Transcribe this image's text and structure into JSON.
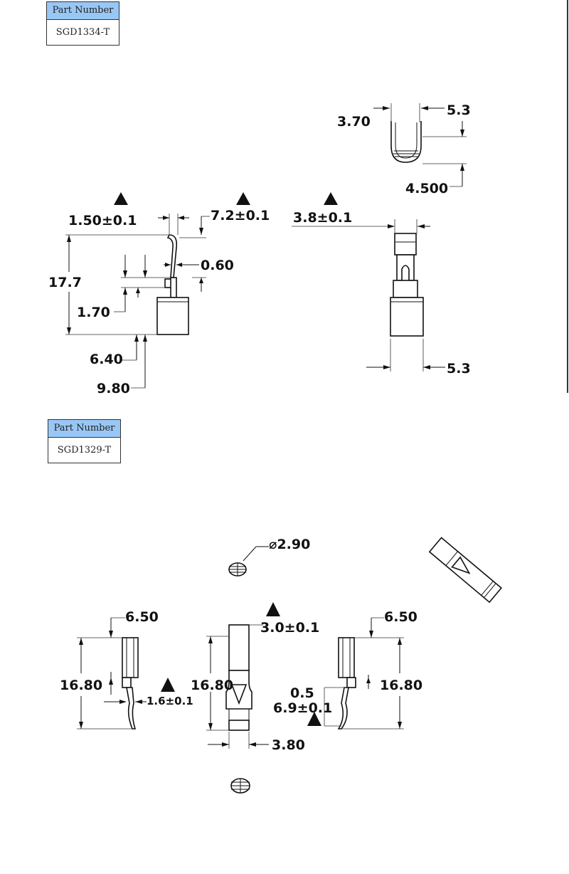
{
  "drawing_1": {
    "header_label": "Part Number",
    "part_number": "SGD1334-T",
    "dims": {
      "w_370": "3.70",
      "w_53_top": "5.3",
      "h_4500": "4.500",
      "lead_150": "1.50±0.1",
      "bend_72": "7.2±0.1",
      "width_38": "3.8±0.1",
      "thick_060": "0.60",
      "len_177": "17.7",
      "h_170": "1.70",
      "h_640": "6.40",
      "h_980": "9.80",
      "w_53_bottom": "5.3"
    }
  },
  "drawing_2": {
    "header_label": "Part Number",
    "part_number": "SGD1329-T",
    "dims": {
      "dia_290": "⌀2.90",
      "left_650": "6.50",
      "left_1680": "16.80",
      "left_16": "1.6±0.1",
      "center_30": "3.0±0.1",
      "center_1680": "16.80",
      "center_380": "3.80",
      "right_650": "6.50",
      "right_05": "0.5",
      "right_69": "6.9±0.1",
      "right_1680": "16.80"
    }
  },
  "colors": {
    "header_fill": "#99c7f5",
    "line": "#111111",
    "page": "#ffffff"
  }
}
